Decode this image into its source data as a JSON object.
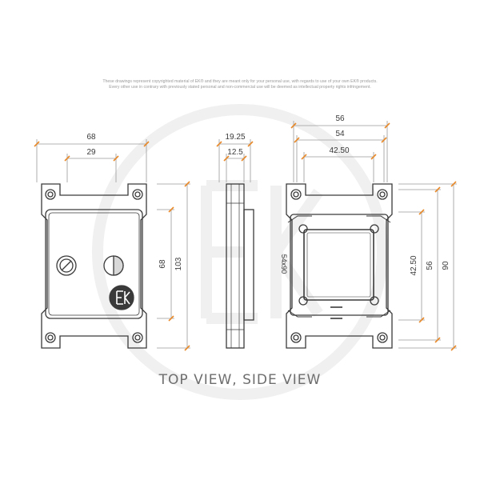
{
  "copyright": {
    "line1": "These drawings represent copyrighted material of EK® and they are meant only for your personal use, with regards to use of your own EK® products.",
    "line2": "Every other use in contrary with previously stated personal and non-commercial use will be deemed as intellectual property rights infringement."
  },
  "caption": "TOP VIEW, SIDE VIEW",
  "dimensions": {
    "top_width_outer": "68",
    "top_width_inner": "29",
    "top_height_inner": "68",
    "top_height_outer": "103",
    "side_width_outer": "19.25",
    "side_width_inner": "12.5",
    "bottom_width_outer": "56",
    "bottom_width_mid": "54",
    "bottom_width_inner": "42.50",
    "bottom_height_inner": "42.50",
    "bottom_height_mid": "56",
    "bottom_height_outer": "90"
  },
  "bottom_view_label": "54x90",
  "colors": {
    "outline": "#3a3a3a",
    "dimension_line": "#9a9a9a",
    "tick_accent": "#e8892a",
    "watermark": "#f0f0f0"
  }
}
